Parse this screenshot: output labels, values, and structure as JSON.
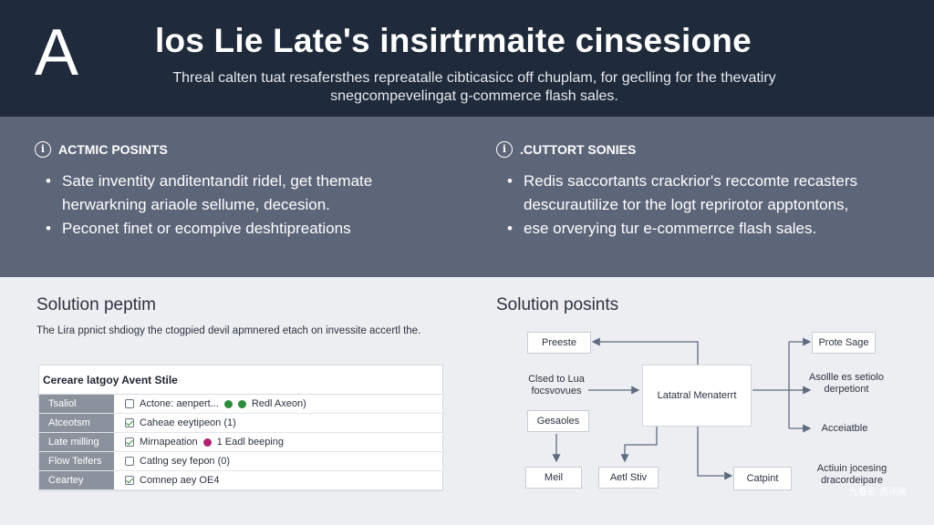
{
  "header": {
    "logo": "A",
    "title": "los Lie Late's insirtrmaite cinsesione",
    "subtitle": "Threal calten tuat resafersthes repreatalle cibticasicc off chuplam, for geclling for the thevatiry snegcompevelingat g-commerce flash sales."
  },
  "left_column": {
    "heading": "ACTMIC POSINTS",
    "bullets": [
      "Sate inventity anditentandit ridel, get themate herwarkning ariaole sellume, decesion.",
      "Peconet finet or ecompive deshtipreations"
    ]
  },
  "right_column": {
    "heading": ".CUTTORT SONIES",
    "bullets": [
      "Redis saccortants crackrior's reccomte recasters descurautilize tor the logt reprirotor apptontons,",
      "ese orverying tur e-commerrce flash sales."
    ]
  },
  "solution_left": {
    "title": "Solution peptim",
    "description": "The Lira ppnict shdiogy the ctogpied devil apmnered etach on invessite accertl the.",
    "table_caption": "Cereare latgoy Avent Stile",
    "rows": [
      {
        "name": "Tsaliol",
        "value": "Actone: aenpert... ",
        "checked": false,
        "dots": [
          {
            "color": "#2f8a3c"
          },
          {
            "color": "#2f8a3c"
          }
        ],
        "extra": "Redl Axeon)"
      },
      {
        "name": "Atceotsm",
        "value": "Caheae eeytipeon (1)",
        "checked": true,
        "dots": [],
        "extra": ""
      },
      {
        "name": "Late milling",
        "value": "Mirnapeation",
        "checked": true,
        "dots": [
          {
            "color": "#b0246f"
          }
        ],
        "extra": "1 Eadl beeping"
      },
      {
        "name": "Flow Teifers",
        "value": "Catlng sey fepon (0)",
        "checked": false,
        "dots": [],
        "extra": ""
      },
      {
        "name": "Ceartey",
        "value": "Comnep aey OE4",
        "checked": true,
        "dots": [],
        "extra": ""
      }
    ]
  },
  "solution_right": {
    "title": "Solution posints",
    "nodes": {
      "preeste": "Preeste",
      "cloud": "Clsed to Lua focsvovues",
      "gesaoles": "Gesaoles",
      "meil": "Meil",
      "aetsiv": "Aetl Stiv",
      "lateral": "Latatral Menaterrt",
      "catpint": "Catpint",
      "prote": "Prote Sage",
      "asolle": "Asollle es setiolo derpetiont",
      "acceat": "Acceiatble",
      "actium": "Actiuin jocesing dracordeipare"
    }
  },
  "watermark": "九卷云·资讯网",
  "colors": {
    "header_bg": "#1f2a3b",
    "band_bg": "#5d6579",
    "arrow": "#5f6b80"
  }
}
